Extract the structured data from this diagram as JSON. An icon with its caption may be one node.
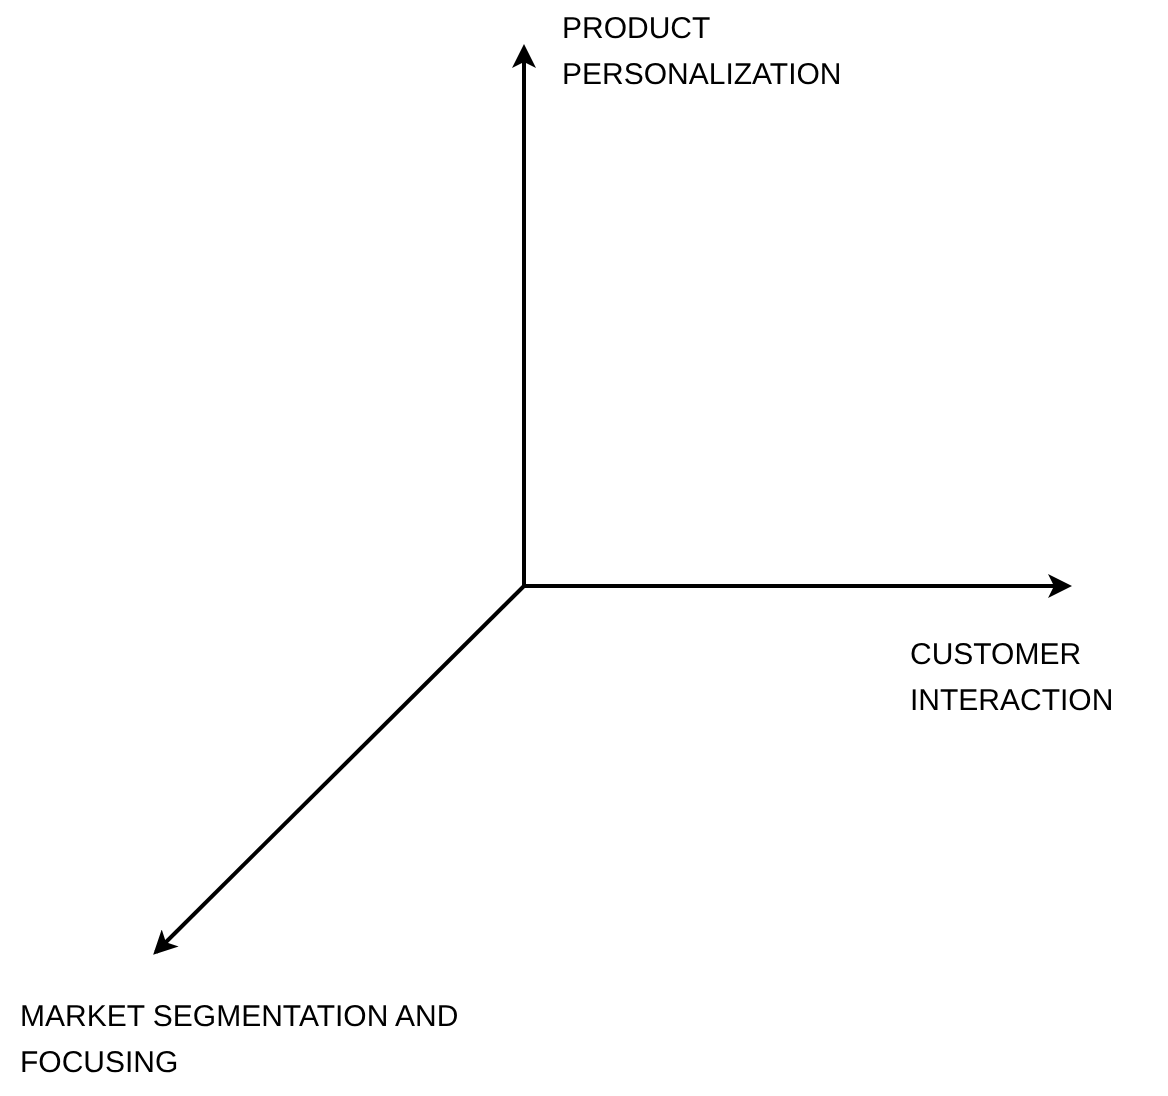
{
  "diagram": {
    "labels": [
      "PRODUCT PERSONALIZATION",
      "CUSTOMER INTERACTION",
      "MARKET SEGMENTATION AND FOCUSING"
    ]
  }
}
